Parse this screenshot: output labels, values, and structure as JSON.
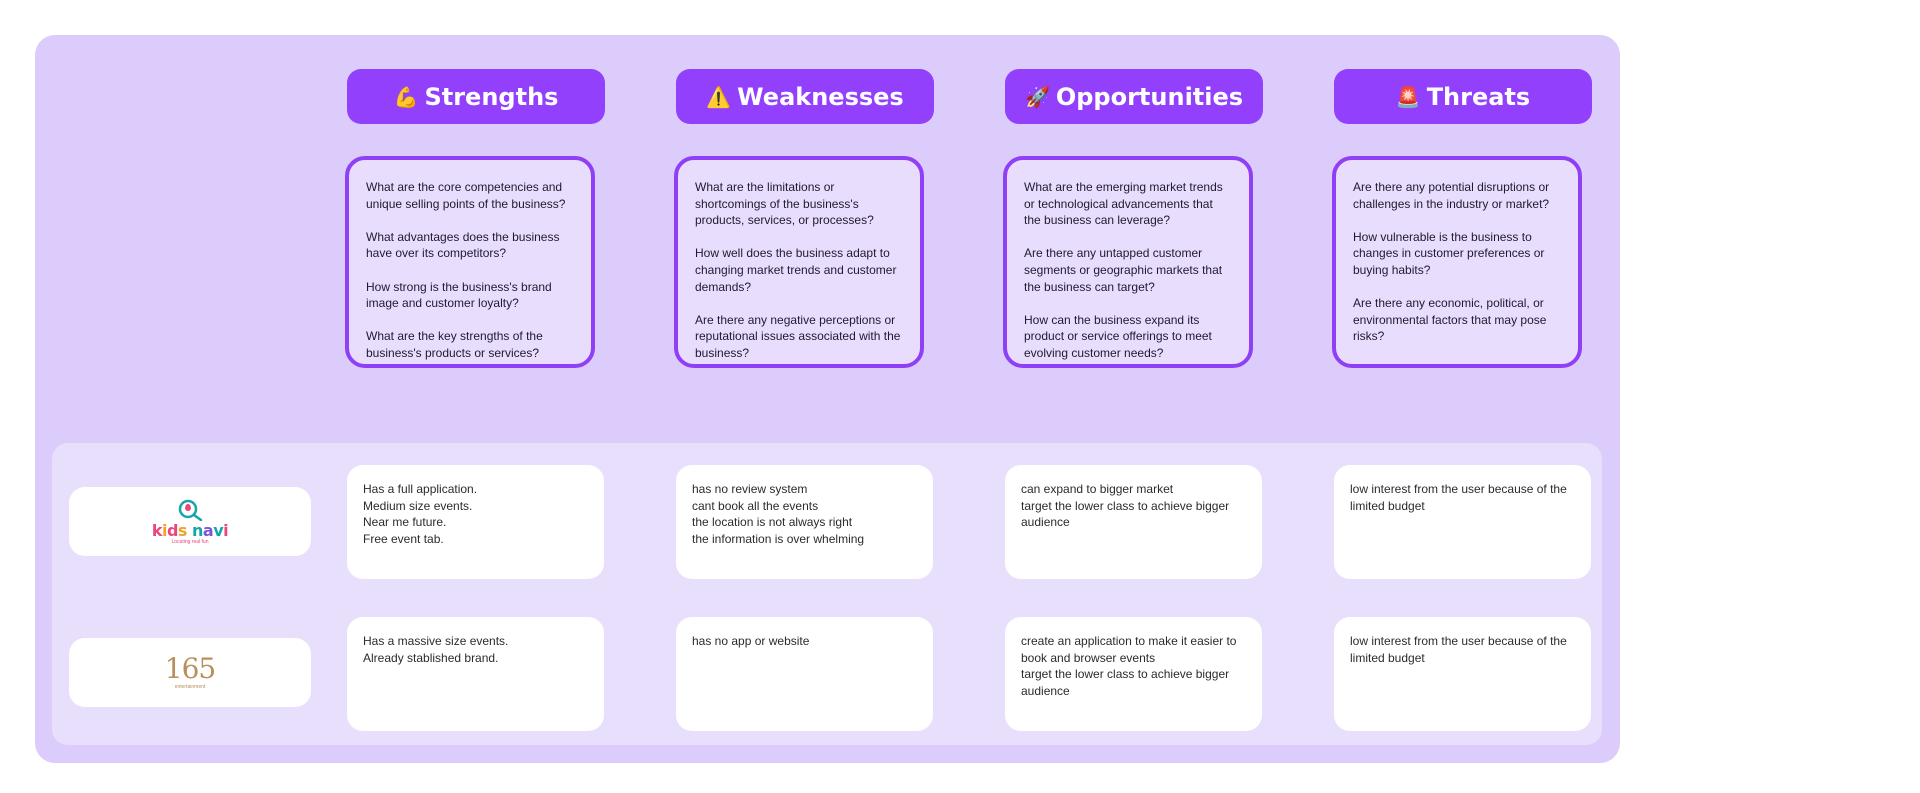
{
  "colors": {
    "board": "#dbccfc",
    "header": "#9240fb",
    "question_card": "#e9ddfd",
    "question_border": "#8f3ff5",
    "lower_panel": "#e8dffc",
    "note_card": "#ffffff"
  },
  "columns": [
    {
      "icon": "flexed-biceps-icon",
      "icon_glyph": "💪",
      "title": "Strengths",
      "questions": [
        "What are the core competencies and unique selling points of the business?",
        "What advantages does the business have over its competitors?",
        "How strong is the business's brand image and customer loyalty?",
        "What are the key strengths of the business's products or services?"
      ]
    },
    {
      "icon": "warning-icon",
      "icon_glyph": "⚠️",
      "title": "Weaknesses",
      "questions": [
        "What are the limitations or shortcomings of the business's products, services, or processes?",
        "How well does the business adapt to changing market trends and customer demands?",
        "Are there any negative perceptions or reputational issues associated with the business?"
      ]
    },
    {
      "icon": "rocket-icon",
      "icon_glyph": "🚀",
      "title": "Opportunities",
      "questions": [
        "What are the emerging market trends or technological advancements that the business can leverage?",
        "Are there any untapped customer segments or geographic markets that the business can target?",
        "How can the business expand its product or service offerings to meet evolving customer needs?"
      ]
    },
    {
      "icon": "siren-icon",
      "icon_glyph": "🚨",
      "title": "Threats",
      "questions": [
        "Are there any potential disruptions or challenges in the industry or market?",
        "How vulnerable is the business to changes in customer preferences or buying habits?",
        "Are there any economic, political, or environmental factors that may pose risks?"
      ]
    }
  ],
  "rows": [
    {
      "logo": {
        "name": "kids-navi-logo",
        "text": "kids navi",
        "tagline": "Locating real fun"
      },
      "cells": [
        [
          "Has a full application.",
          "Medium size events.",
          "Near me future.",
          "Free event tab."
        ],
        [
          "has no review system",
          "cant book all the events",
          "the location is not always right",
          "the information is over whelming"
        ],
        [
          "can expand to bigger market",
          "target the lower class to achieve bigger audience"
        ],
        [
          "low interest from the user because of the limited budget"
        ]
      ]
    },
    {
      "logo": {
        "name": "165-entertainment-logo",
        "text": "165",
        "tagline": "entertainment"
      },
      "cells": [
        [
          "Has a massive size events.",
          "Already stablished brand."
        ],
        [
          "has no app or website"
        ],
        [
          "create an application to make it easier to book and browser events",
          "target the lower class to achieve bigger audience"
        ],
        [
          "low interest from the user because of the limited budget"
        ]
      ]
    }
  ]
}
